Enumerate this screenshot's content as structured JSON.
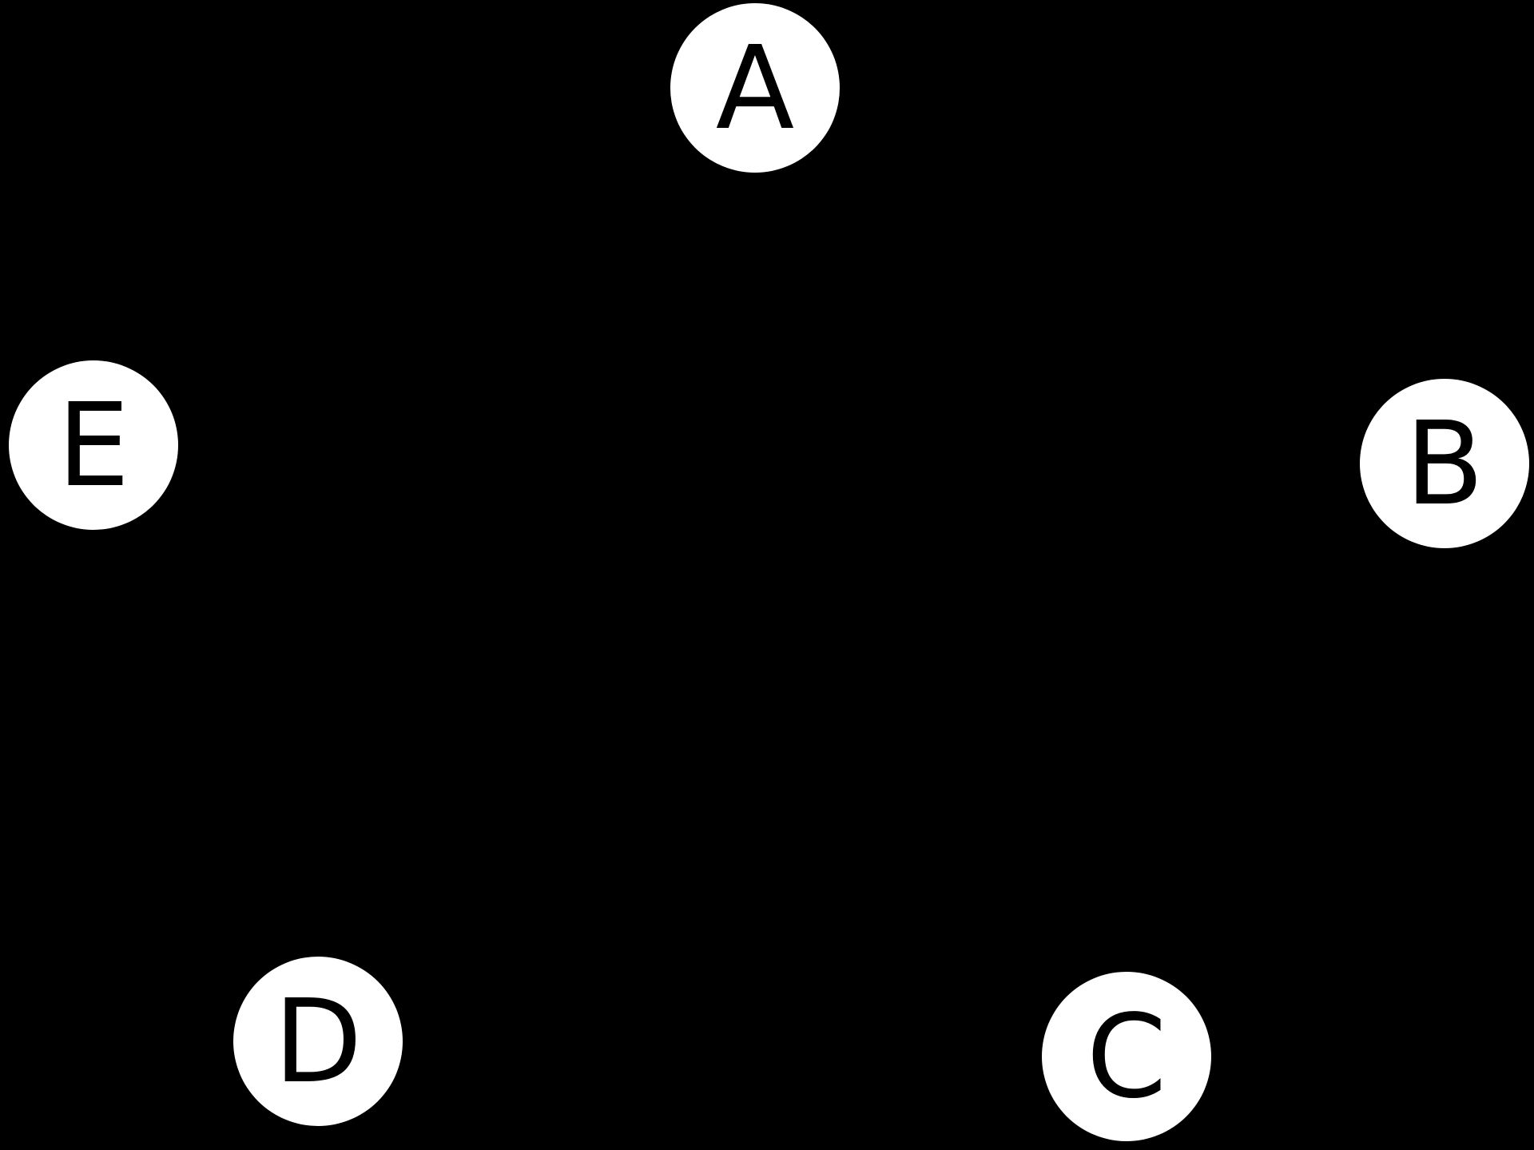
{
  "diagram": {
    "type": "graph-nodes",
    "background_color": "#000000",
    "node_fill_color": "#ffffff",
    "node_label_color": "#000000",
    "nodes": [
      {
        "id": "A",
        "label": "A"
      },
      {
        "id": "B",
        "label": "B"
      },
      {
        "id": "C",
        "label": "C"
      },
      {
        "id": "D",
        "label": "D"
      },
      {
        "id": "E",
        "label": "E"
      }
    ],
    "edges": []
  }
}
